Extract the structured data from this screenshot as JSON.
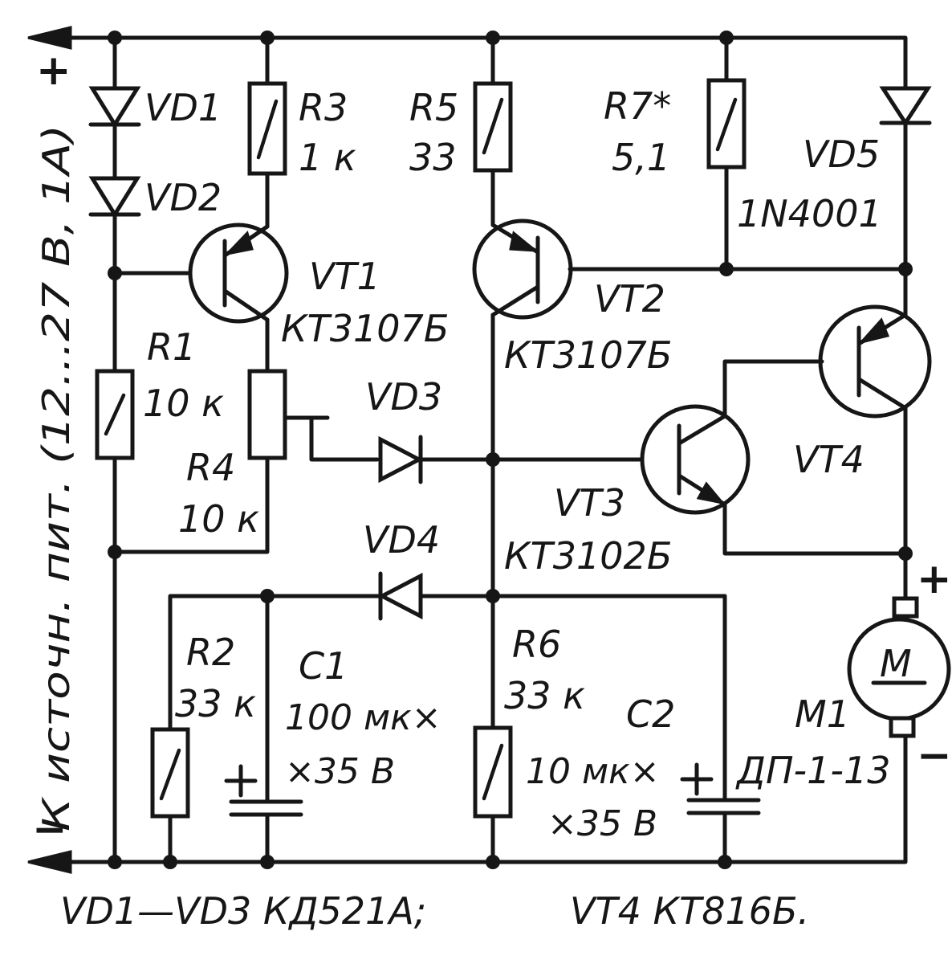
{
  "side_label": "К источн. пит. (12...27 В, 1А)",
  "supply": {
    "plus": "+",
    "minus": "−"
  },
  "footer": {
    "left": "VD1—VD3 КД521А;",
    "right": "VT4 КТ816Б."
  },
  "components": {
    "VD1": {
      "ref": "VD1"
    },
    "VD2": {
      "ref": "VD2"
    },
    "VD3": {
      "ref": "VD3"
    },
    "VD4": {
      "ref": "VD4"
    },
    "VD5": {
      "ref": "VD5",
      "type": "1N4001"
    },
    "R1": {
      "ref": "R1",
      "value": "10 к"
    },
    "R2": {
      "ref": "R2",
      "value": "33 к"
    },
    "R3": {
      "ref": "R3",
      "value": "1 к"
    },
    "R4": {
      "ref": "R4",
      "value": "10 к"
    },
    "R5": {
      "ref": "R5",
      "value": "33"
    },
    "R6": {
      "ref": "R6",
      "value": "33 к"
    },
    "R7": {
      "ref": "R7*",
      "value": "5,1"
    },
    "C1": {
      "ref": "С1",
      "value1": "100 мк×",
      "value2": "×35 В"
    },
    "C2": {
      "ref": "С2",
      "value1": "10 мк×",
      "value2": "×35 В"
    },
    "VT1": {
      "ref": "VT1",
      "type": "КТ3107Б"
    },
    "VT2": {
      "ref": "VT2",
      "type": "КТ3107Б"
    },
    "VT3": {
      "ref": "VT3",
      "type": "КТ3102Б"
    },
    "VT4": {
      "ref": "VT4"
    },
    "M1": {
      "ref": "М1",
      "type": "ДП-1-13",
      "symbol": "М",
      "plus": "+",
      "minus": "−"
    }
  }
}
